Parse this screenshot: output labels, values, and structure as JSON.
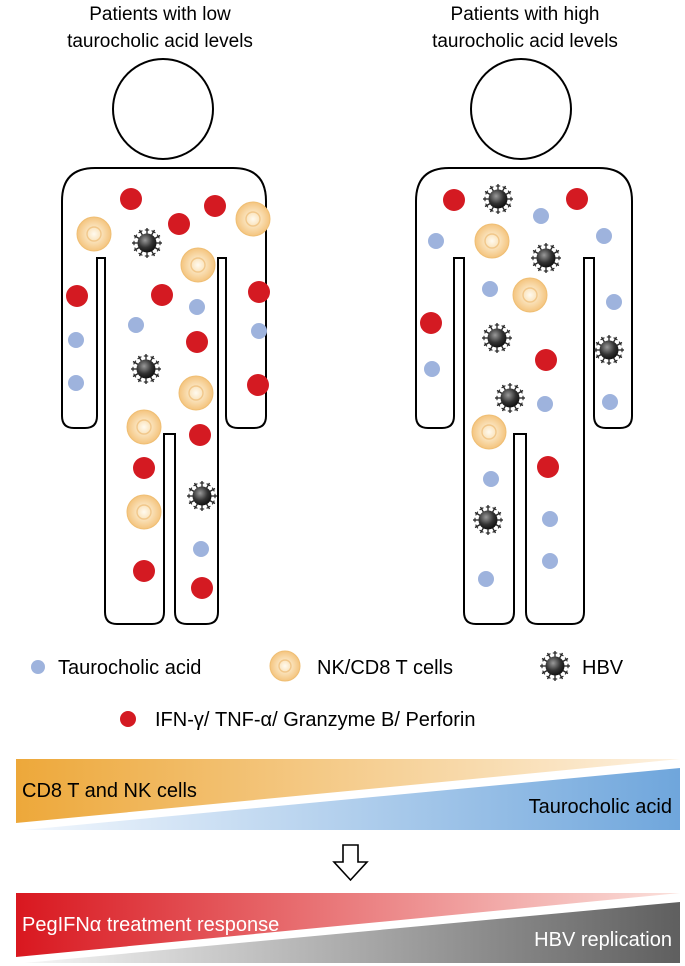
{
  "panels": {
    "left": {
      "title_line1": "Patients with low",
      "title_line2": "taurocholic acid levels"
    },
    "right": {
      "title_line1": "Patients with high",
      "title_line2": "taurocholic acid levels"
    }
  },
  "legend": {
    "taurocholic_acid": "Taurocholic acid",
    "nk_cd8": "NK/CD8 T cells",
    "hbv": "HBV",
    "cytokines": "IFN-γ/ TNF-α/ Granzyme B/ Perforin"
  },
  "gradients": {
    "top_left_label": "CD8 T and NK cells",
    "top_right_label": "Taurocholic acid",
    "bottom_left_label": "PegIFNα treatment response",
    "bottom_right_label": "HBV replication"
  },
  "colors": {
    "taurocholic_acid": "#9eb3dd",
    "nk_cd8_outer": "#f7cf8e",
    "cytokine_red": "#d41a22",
    "hbv_dark": "#222222",
    "orange_gradient": "#eda83a",
    "blue_gradient": "#6fa6dc",
    "red_gradient": "#d9171f",
    "grey_gradient": "#666666"
  }
}
